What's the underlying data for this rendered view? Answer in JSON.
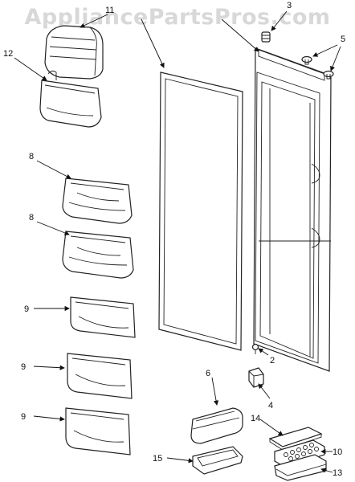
{
  "watermark": "AppliancePartsPros.com",
  "callouts": {
    "c3": "3",
    "c5": "5",
    "c11": "11",
    "c12": "12",
    "c8a": "8",
    "c8b": "8",
    "c9a": "9",
    "c9b": "9",
    "c9c": "9",
    "c6": "6",
    "c2": "2",
    "c4": "4",
    "c14": "14",
    "c10": "10",
    "c15": "15",
    "c13": "13"
  }
}
